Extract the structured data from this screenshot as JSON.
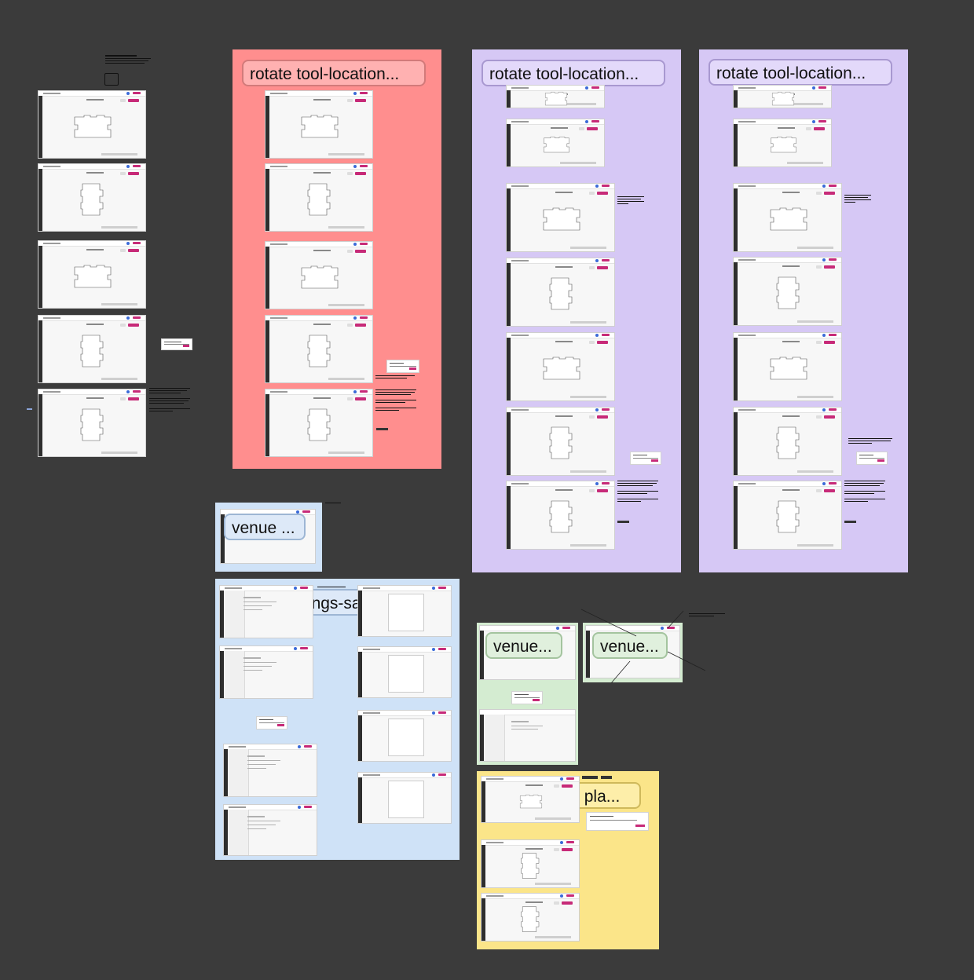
{
  "canvas": {
    "background": "#3b3b3b"
  },
  "sections": [
    {
      "id": "rotate-red",
      "label": "rotate tool-location...",
      "color": "#ff8e8e",
      "border": "#c96c6c"
    },
    {
      "id": "rotate-purple-1",
      "label": "rotate tool-location...",
      "color": "#d6c8f5",
      "border": "#a898d0"
    },
    {
      "id": "rotate-purple-2",
      "label": "rotate tool-location...",
      "color": "#d6c8f5",
      "border": "#a898d0"
    },
    {
      "id": "venue-small",
      "label": "venue ...",
      "color": "#cfe2f7",
      "border": "#9db6d4"
    },
    {
      "id": "venue-settings",
      "label": "venue settings-saved r...",
      "color": "#cfe2f7",
      "border": "#9db6d4"
    },
    {
      "id": "venue-green-1",
      "label": "venue...",
      "color": "#d4ecd1",
      "border": "#a4c49f"
    },
    {
      "id": "venue-green-2",
      "label": "venue...",
      "color": "#d4ecd1",
      "border": "#a4c49f"
    },
    {
      "id": "update-floor",
      "label": "update floor pla...",
      "color": "#fbe589",
      "border": "#cfb95b"
    }
  ],
  "accent": "#c72a78"
}
